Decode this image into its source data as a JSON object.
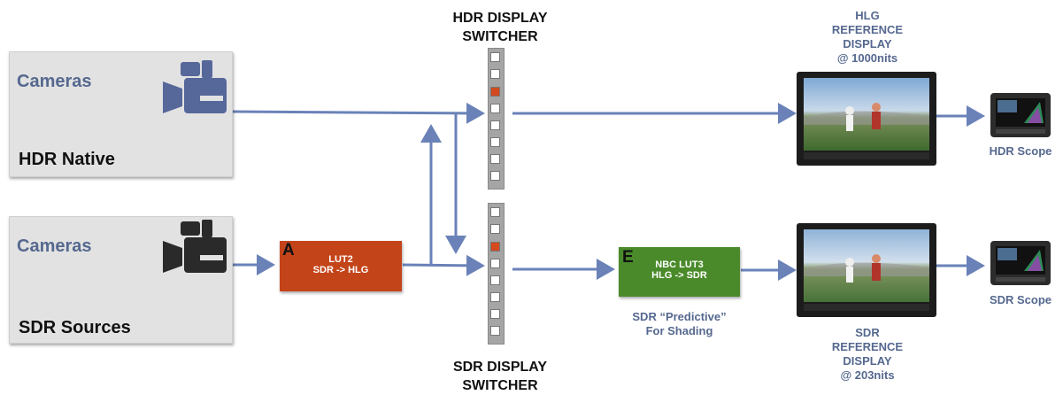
{
  "sources": {
    "hdr": {
      "cameras_label": "Cameras",
      "name": "HDR Native"
    },
    "sdr": {
      "cameras_label": "Cameras",
      "name": "SDR Sources"
    }
  },
  "switchers": {
    "hdr": {
      "title_line1": "HDR DISPLAY",
      "title_line2": "SWITCHER"
    },
    "sdr": {
      "title_line1": "SDR DISPLAY",
      "title_line2": "SWITCHER"
    }
  },
  "luts": {
    "lut2": {
      "letter": "A",
      "line1": "LUT2",
      "line2": "SDR -> HLG",
      "color": "#c4441a"
    },
    "lut3": {
      "letter": "E",
      "line1": "NBC LUT3",
      "line2": "HLG -> SDR",
      "color": "#4a8a2a"
    }
  },
  "lut3_caption": {
    "line1": "SDR “Predictive”",
    "line2": "For Shading"
  },
  "displays": {
    "hlg": {
      "line1": "HLG",
      "line2": "REFERENCE",
      "line3": "DISPLAY",
      "line4": "@ 1000nits"
    },
    "sdr": {
      "line1": "SDR",
      "line2": "REFERENCE",
      "line3": "DISPLAY",
      "line4": "@ 203nits"
    }
  },
  "scopes": {
    "hdr": {
      "label": "HDR Scope"
    },
    "sdr": {
      "label": "SDR Scope"
    }
  },
  "colors": {
    "arrow": "#6a82b8",
    "label_blue": "#55688f",
    "tally_red": "#d24a1e"
  },
  "icons": [
    "camera-icon",
    "monitor-icon",
    "scope-icon"
  ]
}
